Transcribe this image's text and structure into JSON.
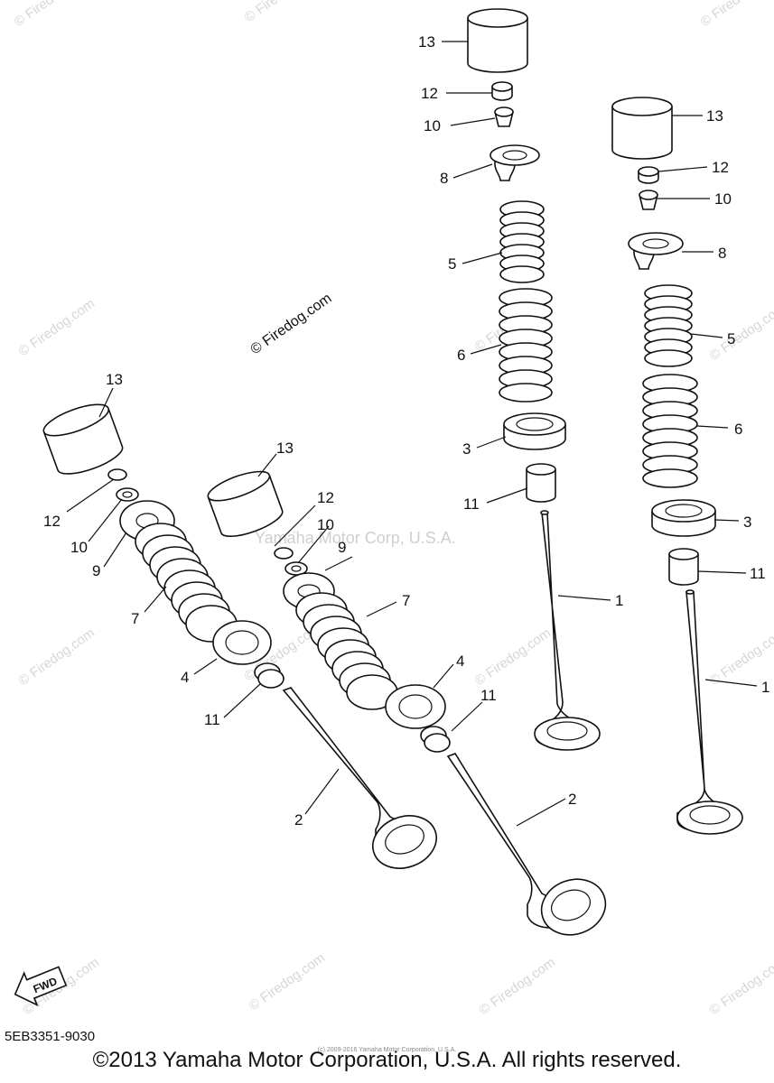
{
  "diagram": {
    "watermark": "© Firedog.com",
    "watermark_corp": "Yamaha Motor Corp, U.S.A.",
    "fwd_label": "FWD",
    "part_code": "5EB3351-9030",
    "tiny_credit": "(c) 2009-2016 Yamaha Motor Corporation, U.S.A.",
    "copyright": "©2013 Yamaha Motor Corporation, U.S.A. All rights reserved.",
    "callouts": {
      "n1": "1",
      "n2": "2",
      "n3": "3",
      "n4": "4",
      "n5": "5",
      "n6": "6",
      "n7": "7",
      "n8": "8",
      "n9": "9",
      "n10": "10",
      "n11": "11",
      "n12": "12",
      "n13": "13"
    },
    "legend_parts": [
      "1",
      "2",
      "3",
      "4",
      "5",
      "6",
      "7",
      "8",
      "9",
      "10",
      "11",
      "12",
      "13"
    ]
  }
}
